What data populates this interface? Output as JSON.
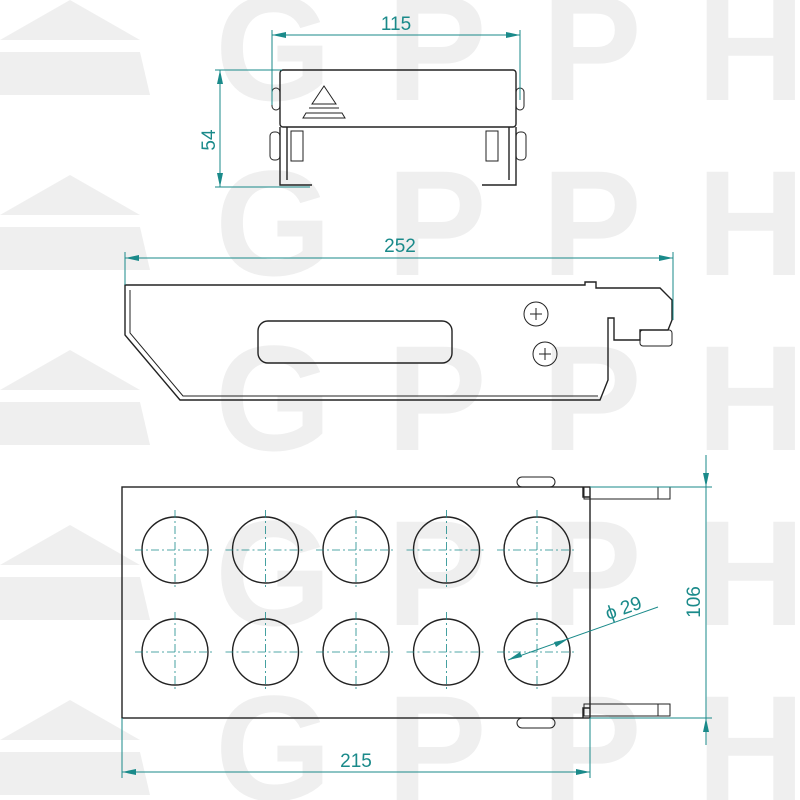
{
  "watermark": {
    "text": "GPPH",
    "color": "#efefef"
  },
  "colors": {
    "dimension": "#1a8a8a",
    "outline": "#222222"
  },
  "top_view": {
    "width_dim": "115",
    "height_dim": "54"
  },
  "side_view": {
    "length_dim": "252"
  },
  "bottom_view": {
    "length_dim": "215",
    "width_dim": "106",
    "hole_dim": "ϕ 29",
    "hole_rows": 2,
    "hole_cols": 5
  }
}
